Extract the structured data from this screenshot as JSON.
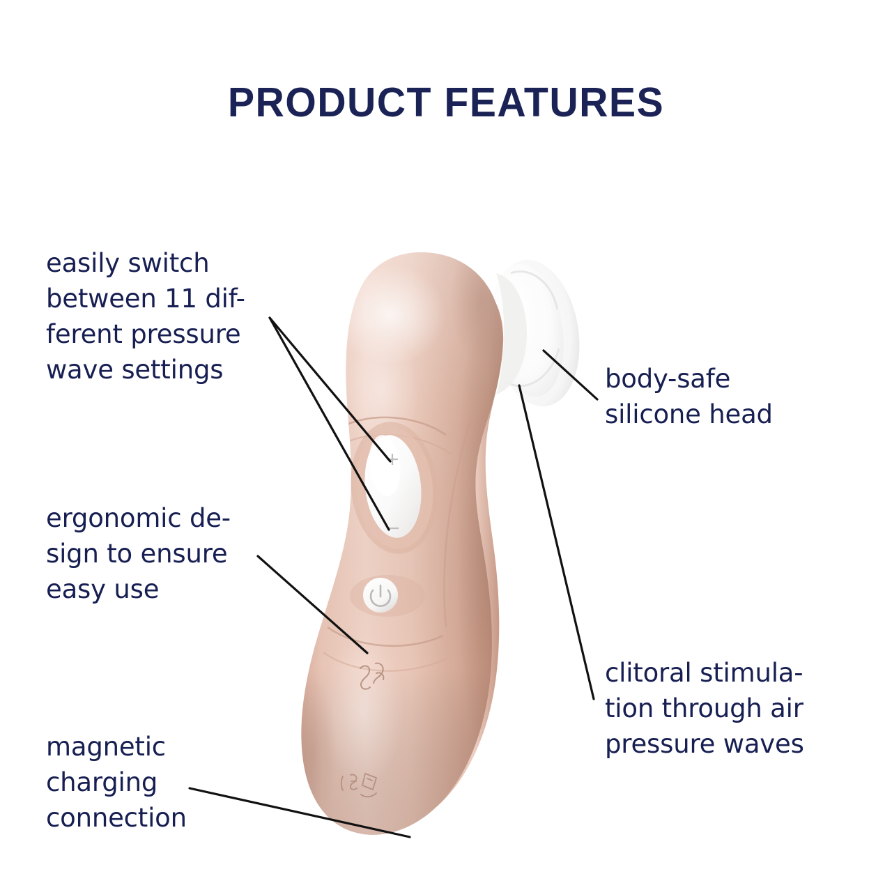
{
  "page": {
    "background_color": "#ffffff",
    "title": "PRODUCT FEATURES",
    "title_color": "#1b2356",
    "text_color": "#171f52"
  },
  "callouts": [
    {
      "id": "pressure-settings",
      "side": "left",
      "lines": [
        "easily switch",
        "between 11 dif-",
        "ferent pressure",
        "wave settings"
      ],
      "full_text": "easily switch between 11 different pressure wave settings",
      "points_to": "plus-minus-control-pad"
    },
    {
      "id": "ergonomic",
      "side": "left",
      "lines": [
        "ergonomic de-",
        "sign to ensure",
        "easy use"
      ],
      "full_text": "ergonomic design to ensure easy use",
      "points_to": "handle-grip"
    },
    {
      "id": "magnetic",
      "side": "left",
      "lines": [
        "magnetic",
        "charging",
        "connection"
      ],
      "full_text": "magnetic charging connection",
      "points_to": "device-base"
    },
    {
      "id": "silicone-head",
      "side": "right",
      "lines": [
        "body-safe",
        "silicone head"
      ],
      "full_text": "body-safe silicone head",
      "points_to": "silicone-head"
    },
    {
      "id": "clitoral",
      "side": "right",
      "lines": [
        "clitoral stimula-",
        "tion through air",
        "pressure waves"
      ],
      "full_text": "clitoral stimulation through air pressure waves",
      "points_to": "head-opening"
    }
  ],
  "product": {
    "name": "air-pulse-stimulator",
    "body_color_light": "#efd1c4",
    "body_color_mid": "#e3bcab",
    "body_color_dark": "#c99e8d",
    "body_color_shadow": "#b98b7a",
    "head_color": "#ffffff",
    "head_shadow": "#e4e4e4",
    "leader_line_color": "#111111",
    "controls": {
      "pad_plus_label": "+",
      "pad_minus_label": "−",
      "power_icon": "power-icon"
    },
    "embossed_marks": [
      "brand-monogram",
      "compliance-marks"
    ]
  }
}
